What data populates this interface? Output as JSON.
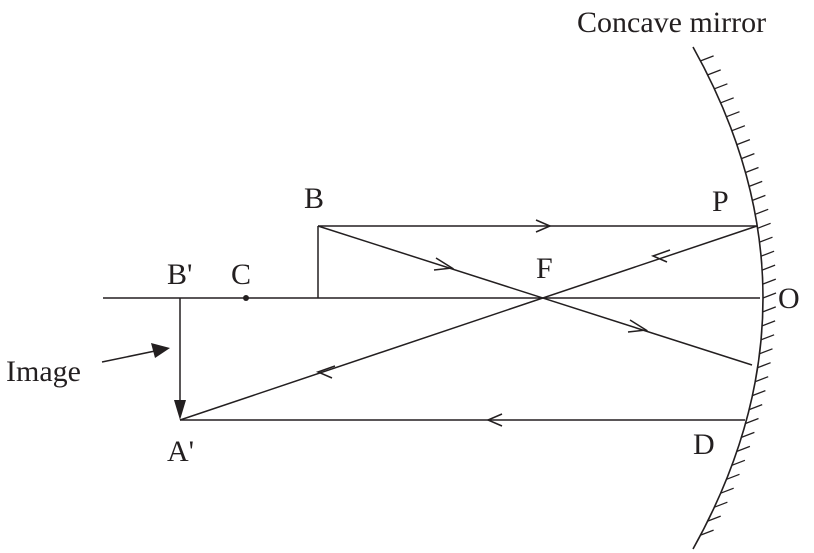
{
  "labels": {
    "mirror_title": "Concave mirror",
    "object_top": "B",
    "pole_top": "P",
    "focus": "F",
    "centre": "C",
    "image_top": "B'",
    "pole": "O",
    "image_bottom": "A'",
    "mirror_bottom": "D",
    "image_caption": "Image"
  },
  "colors": {
    "ink": "#231f20",
    "background": "#ffffff"
  }
}
